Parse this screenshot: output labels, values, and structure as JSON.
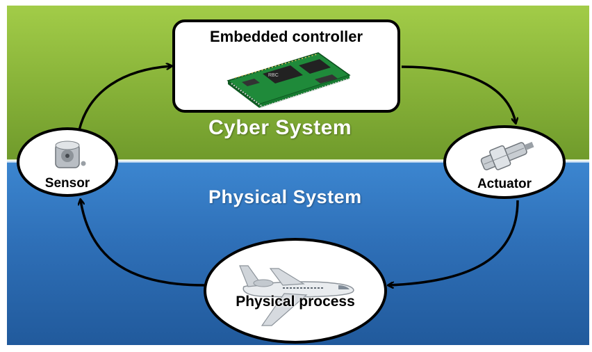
{
  "systems": {
    "cyber_label": "Cyber System",
    "physical_label": "Physical System"
  },
  "nodes": {
    "controller": "Embedded controller",
    "sensor": "Sensor",
    "actuator": "Actuator",
    "process": "Physical process"
  },
  "colors": {
    "cyber_band": "#8ab63a",
    "physical_band": "#2e6fb7",
    "node_fill": "#ffffff",
    "outline": "#000000"
  },
  "icons": {
    "controller": "circuit-board-icon",
    "sensor": "rotary-encoder-icon",
    "actuator": "linear-actuator-icon",
    "process": "airplane-icon"
  }
}
